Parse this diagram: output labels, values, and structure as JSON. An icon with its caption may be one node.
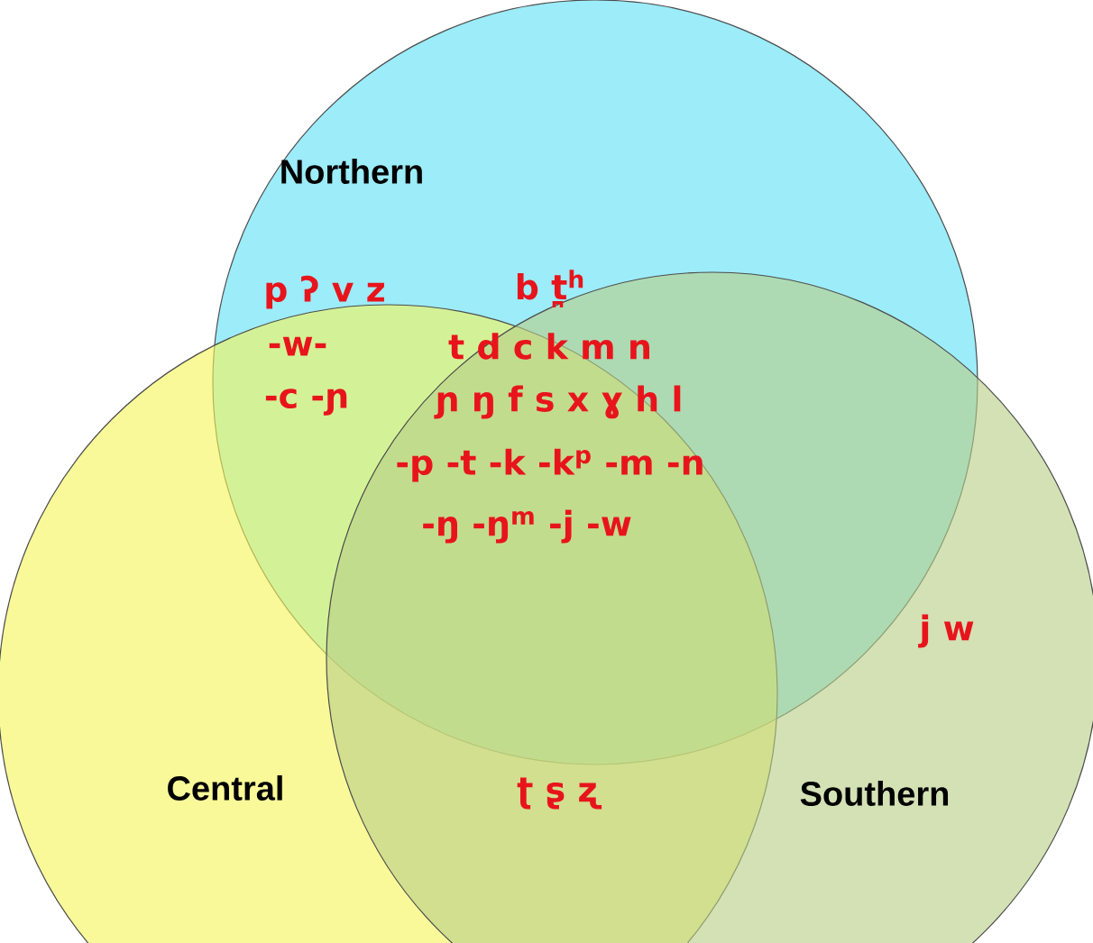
{
  "diagram": {
    "nodes": [
      {
        "text": [
          "Northern"
        ]
      },
      {
        "text": [
          "Central"
        ]
      },
      {
        "text": [
          "Southern"
        ]
      }
    ],
    "edges": [],
    "labels": [
      "p ʔ v z",
      "b t̪$^{h}$",
      "-w-",
      "t d c k m n",
      "-c -ɲ",
      "ɲ ŋ f s x ɣ h l",
      "-p -t -k -k$^{p}$ -m -n",
      "-ŋ -ŋ$^{m}$ -j -w",
      "j w",
      "ʈ ʂ ʐ"
    ]
  }
}
